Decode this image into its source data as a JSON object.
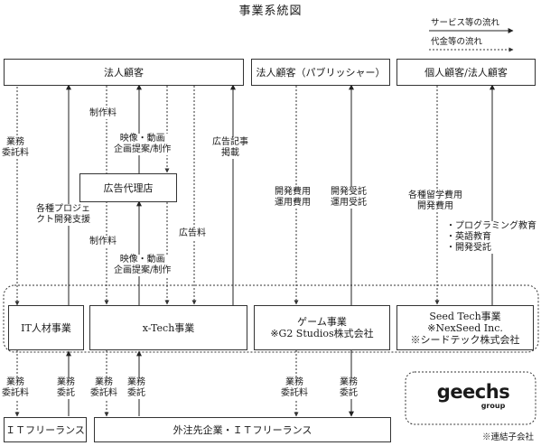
{
  "title": "事業系統図",
  "legend": {
    "service": "サービス等の流れ",
    "money": "代金等の流れ"
  },
  "customers": {
    "corporate": "法人顧客",
    "corporate_publisher": "法人顧客（パブリッシャー）",
    "individual_corporate": "個人顧客/法人顧客"
  },
  "agency": "広告代理店",
  "segments": {
    "it_staffing": "IT人材事業",
    "xtech": "x-Tech事業",
    "game_line1": "ゲーム事業",
    "game_line2": "※G2 Studios株式会社",
    "seed_line1": "Seed Tech事業",
    "seed_line2": "※NexSeed Inc.",
    "seed_line3": "※シードテック株式会社"
  },
  "bottom": {
    "freelance": "ＩＴフリーランス",
    "outsourcing": "外注先企業・ＩＴフリーランス"
  },
  "labels": {
    "gyomu_itakuryo_1": [
      "業務",
      "委託料"
    ],
    "project_support": [
      "各種プロジェ",
      "クト開発支援"
    ],
    "seisakuryo_top": "制作料",
    "eizo_top": [
      "映像・動画",
      "企画提案/制作"
    ],
    "koukokuryo": "広告料",
    "koukoku_kiji": [
      "広告記事",
      "掲載"
    ],
    "seisakuryo_mid": "制作料",
    "eizo_mid": [
      "映像・動画",
      "企画提案/制作"
    ],
    "kaihatsu_hiyo": [
      "開発費用",
      "運用費用"
    ],
    "kaihatsu_jutaku": [
      "開発受託",
      "運用受託"
    ],
    "ryugaku_hiyo": [
      "各種留学費用",
      "開発費用"
    ],
    "services_list": [
      "・プログラミング教育",
      "・英語教育",
      "・開発受託"
    ],
    "b_itakuryo_1": [
      "業務",
      "委託料"
    ],
    "b_itaku_1": [
      "業務",
      "委託"
    ],
    "b_itakuryo_2": [
      "業務",
      "委託料"
    ],
    "b_itaku_2": [
      "業務",
      "委託"
    ],
    "b_itakuryo_3": [
      "業務",
      "委託料"
    ],
    "b_itaku_3": [
      "業務",
      "委託"
    ]
  },
  "logo": {
    "word": "geechs",
    "sub": "group"
  },
  "note": "※連結子会社"
}
